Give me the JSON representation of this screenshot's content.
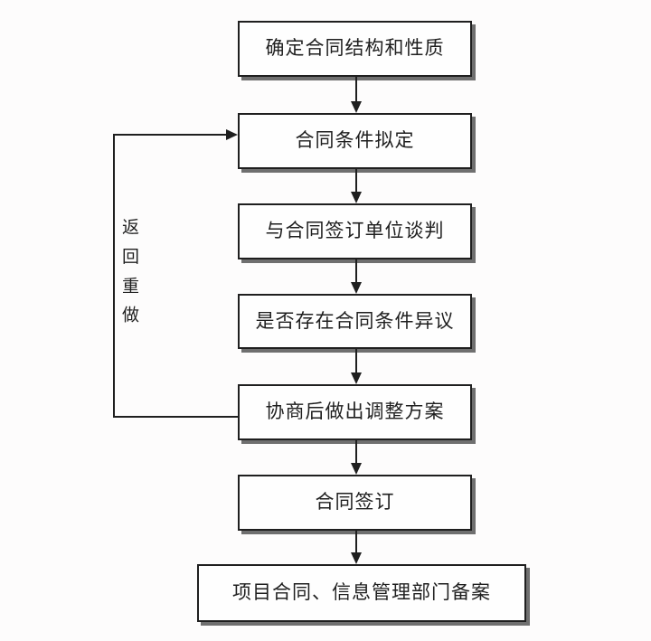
{
  "diagram": {
    "nodes": [
      {
        "label": "确定合同结构和性质"
      },
      {
        "label": "合同条件拟定"
      },
      {
        "label": "与合同签订单位谈判"
      },
      {
        "label": "是否存在合同条件异议"
      },
      {
        "label": "协商后做出调整方案"
      },
      {
        "label": "合同签订"
      },
      {
        "label": "项目合同、信息管理部门备案"
      }
    ],
    "loop_label": "返回重做",
    "colors": {
      "line": "#1f1f1f",
      "text": "#1f1f1f",
      "shadow": "#6f6f6f",
      "box_fill": "#fefefe",
      "background": "#fdfcfc"
    }
  }
}
